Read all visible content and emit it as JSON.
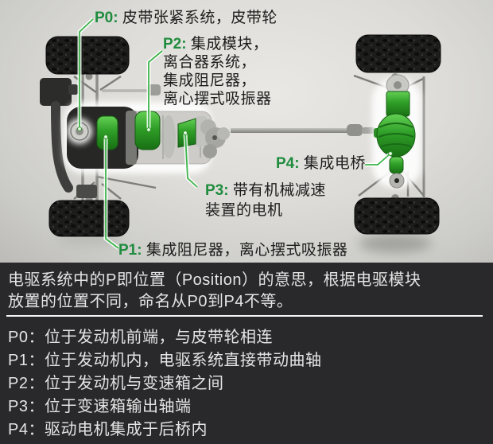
{
  "photo": {
    "description": "top-down chassis view of hybrid drivetrain with highlighted P0-P4 modules",
    "colors": {
      "component_green": "#2f9e27",
      "callout_line_green": "#3db54a",
      "label_key_green": "#1f8c3e",
      "panel_background": "#29292b"
    },
    "callouts": {
      "p0": {
        "key": "P0:",
        "text": "皮带张紧系统，皮带轮"
      },
      "p2": {
        "key": "P2:",
        "lines": [
          "集成模块，",
          "离合器系统，",
          "集成阻尼器，",
          "离心摆式吸振器"
        ]
      },
      "p4": {
        "key": "P4:",
        "text": "集成电桥"
      },
      "p3": {
        "key": "P3:",
        "lines": [
          "带有机械减速",
          "装置的电机"
        ]
      },
      "p1": {
        "key": "P1:",
        "text": "集成阻尼器，离心摆式吸振器"
      }
    }
  },
  "caption": {
    "intro": [
      "电驱系统中的P即位置（Position）的意思，根据电驱模块",
      "放置的位置不同，命名从P0到P4不等。"
    ],
    "items": [
      "P0：位于发动机前端，与皮带轮相连",
      "P1：位于发动机内，电驱系统直接带动曲轴",
      "P2：位于发动机与变速箱之间",
      "P3：位于变速箱输出轴端",
      "P4：驱动电机集成于后桥内"
    ]
  }
}
